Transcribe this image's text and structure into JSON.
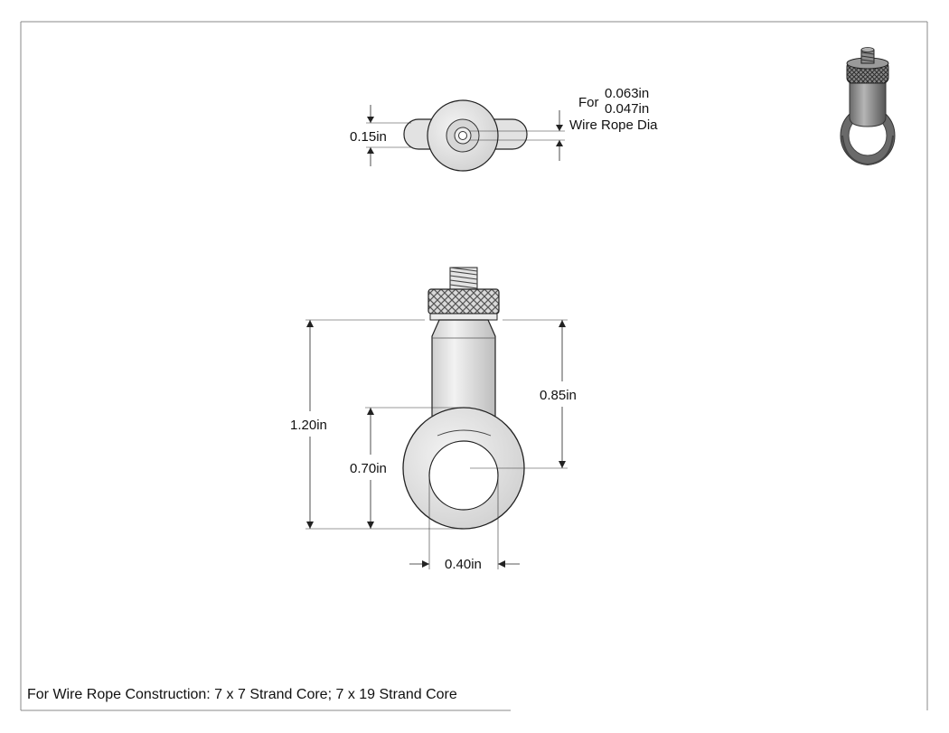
{
  "top_view": {
    "dim_height": "0.15in",
    "callout_prefix": "For",
    "callout_size_a": "0.063in",
    "callout_size_b": "0.047in",
    "callout_suffix": "Wire Rope Dia"
  },
  "front_view": {
    "dim_overall_height": "1.20in",
    "dim_upper_height": "0.85in",
    "dim_lower_height": "0.70in",
    "dim_eye_width": "0.40in"
  },
  "footer": {
    "note": "For Wire Rope Construction: 7 x 7 Strand Core; 7 x 19 Strand Core"
  },
  "colors": {
    "part_fill": "#e6e6e6",
    "part_shade": "#bdbdbd",
    "knurl_dark": "#6e6e6e",
    "iso_dark": "#5a5a5a",
    "line": "#222222"
  }
}
